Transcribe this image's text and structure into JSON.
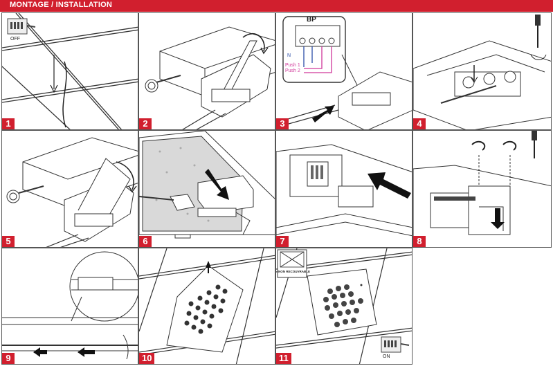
{
  "header": {
    "title": "MONTAGE / INSTALLATION"
  },
  "colors": {
    "accent": "#d11f2e",
    "wire_pink": "#d0379a",
    "wire_blue": "#2d4ea8"
  },
  "steps": [
    {
      "number": "1",
      "off_label": "OFF"
    },
    {
      "number": "2"
    },
    {
      "number": "3",
      "bp_label": "BP",
      "wire_n": "N",
      "push1": "Push 1",
      "push2": "Push 2"
    },
    {
      "number": "4"
    },
    {
      "number": "5"
    },
    {
      "number": "6"
    },
    {
      "number": "7"
    },
    {
      "number": "8"
    },
    {
      "number": "9"
    },
    {
      "number": "10"
    },
    {
      "number": "11",
      "badge_text": "NON RECOUVRABLE",
      "on_label": "ON"
    }
  ]
}
